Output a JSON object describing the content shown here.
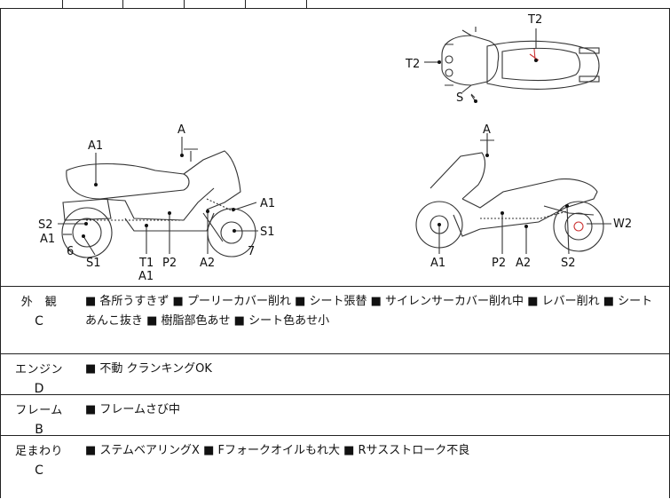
{
  "diagram": {
    "top_view": {
      "labels": [
        "T2",
        "T2",
        "S"
      ]
    },
    "left_view": {
      "labels": [
        "A1",
        "A",
        "A1",
        "S2",
        "A1",
        "6",
        "S1",
        "T1",
        "A1",
        "P2",
        "A2",
        "S1",
        "7"
      ]
    },
    "right_view": {
      "labels": [
        "A",
        "W2",
        "A1",
        "P2",
        "A2",
        "S2"
      ]
    }
  },
  "sections": [
    {
      "name": "外　観",
      "grade": "C",
      "notes": "■ 各所うすきず ■ プーリーカバー削れ ■ シート張替 ■ サイレンサーカバー削れ中 ■ レバー削れ ■ シートあんこ抜き ■ 樹脂部色あせ ■ シート色あせ小"
    },
    {
      "name": "エンジン",
      "grade": "D",
      "notes": "■ 不動 クランキングOK"
    },
    {
      "name": "フレーム",
      "grade": "B",
      "notes": "■ フレームさび中"
    },
    {
      "name": "足まわり",
      "grade": "C",
      "notes": "■ ステムベアリングX ■ Fフォークオイルもれ大 ■ Rサスストローク不良"
    }
  ]
}
